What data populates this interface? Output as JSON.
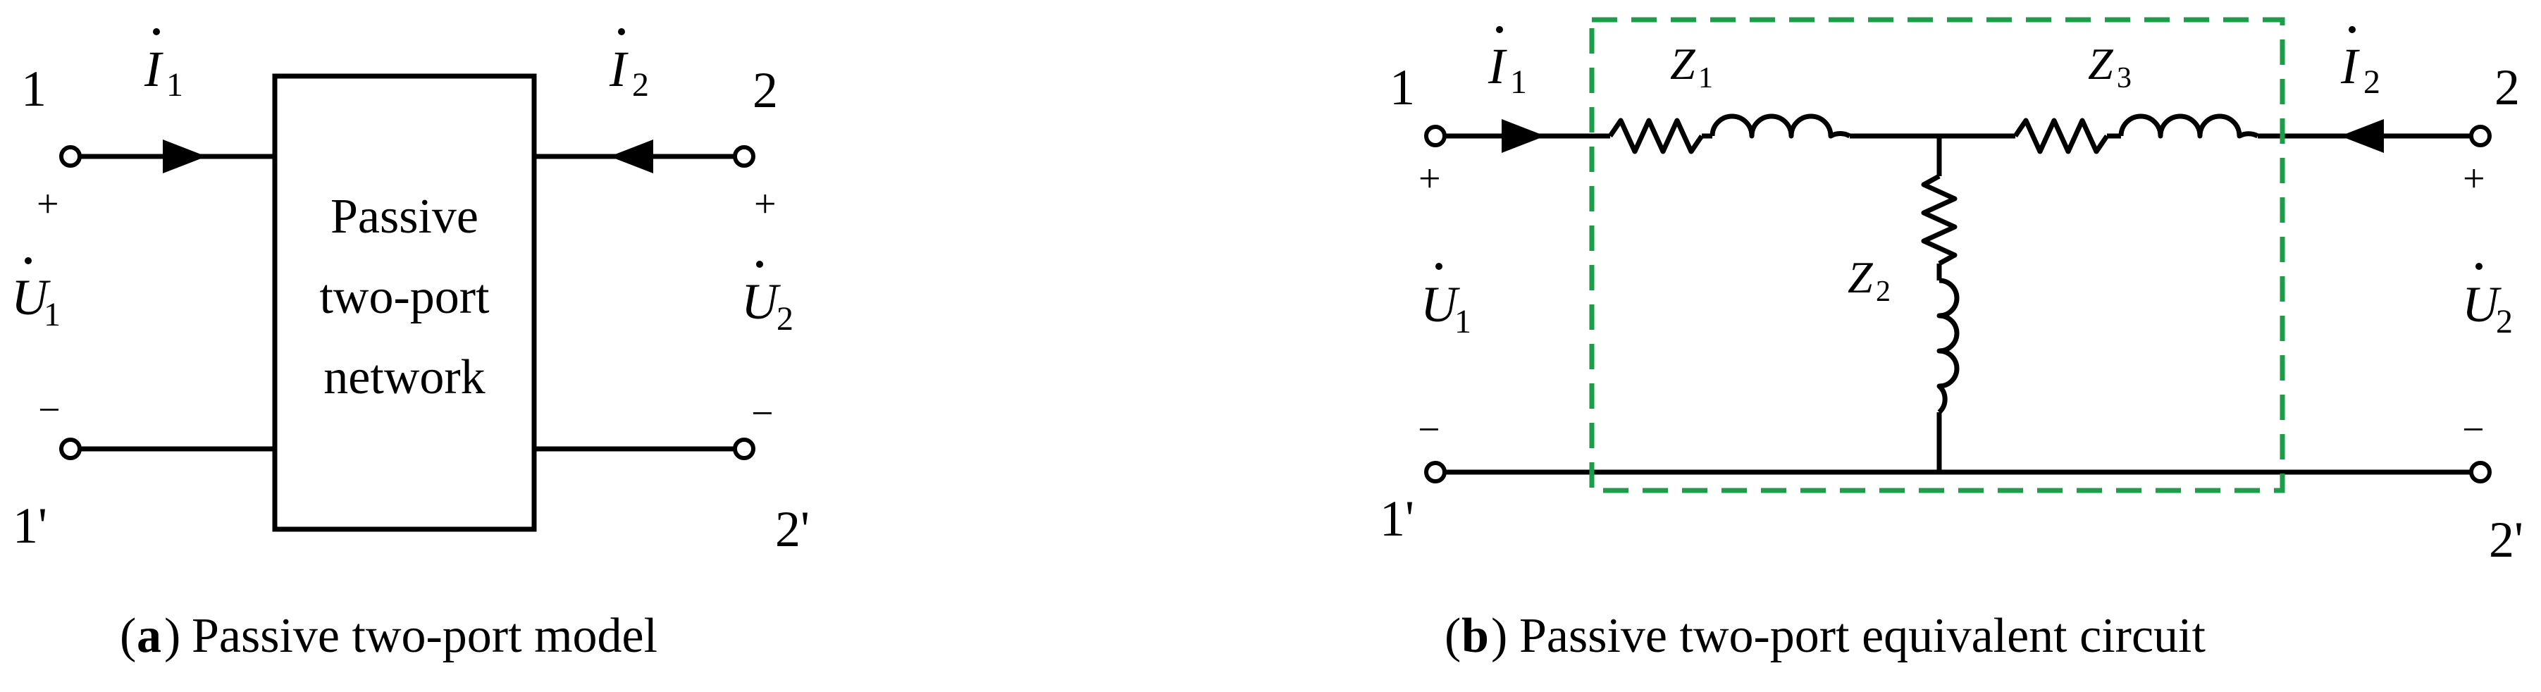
{
  "panel_a": {
    "caption_letter": "a",
    "caption_text": "Passive two-port model",
    "box_label_line1": "Passive",
    "box_label_line2": "two-port",
    "box_label_line3": "network",
    "port1_top": "1",
    "port1_bottom": "1'",
    "port2_top": "2",
    "port2_bottom": "2'",
    "current1_symbol": "I",
    "current1_sub": "1",
    "current2_symbol": "I",
    "current2_sub": "2",
    "voltage1_symbol": "U",
    "voltage1_sub": "1",
    "voltage2_symbol": "U",
    "voltage2_sub": "2",
    "plus": "+",
    "minus": "−"
  },
  "panel_b": {
    "caption_letter": "b",
    "caption_text": "Passive two-port equivalent circuit",
    "port1_top": "1",
    "port1_bottom": "1'",
    "port2_top": "2",
    "port2_bottom": "2'",
    "current1_symbol": "I",
    "current1_sub": "1",
    "current2_symbol": "I",
    "current2_sub": "2",
    "voltage1_symbol": "U",
    "voltage1_sub": "1",
    "voltage2_symbol": "U",
    "voltage2_sub": "2",
    "z1_symbol": "Z",
    "z1_sub": "1",
    "z2_symbol": "Z",
    "z2_sub": "2",
    "z3_symbol": "Z",
    "z3_sub": "3",
    "plus": "+",
    "minus": "−",
    "dashed_box_color": "#1a9e48"
  }
}
